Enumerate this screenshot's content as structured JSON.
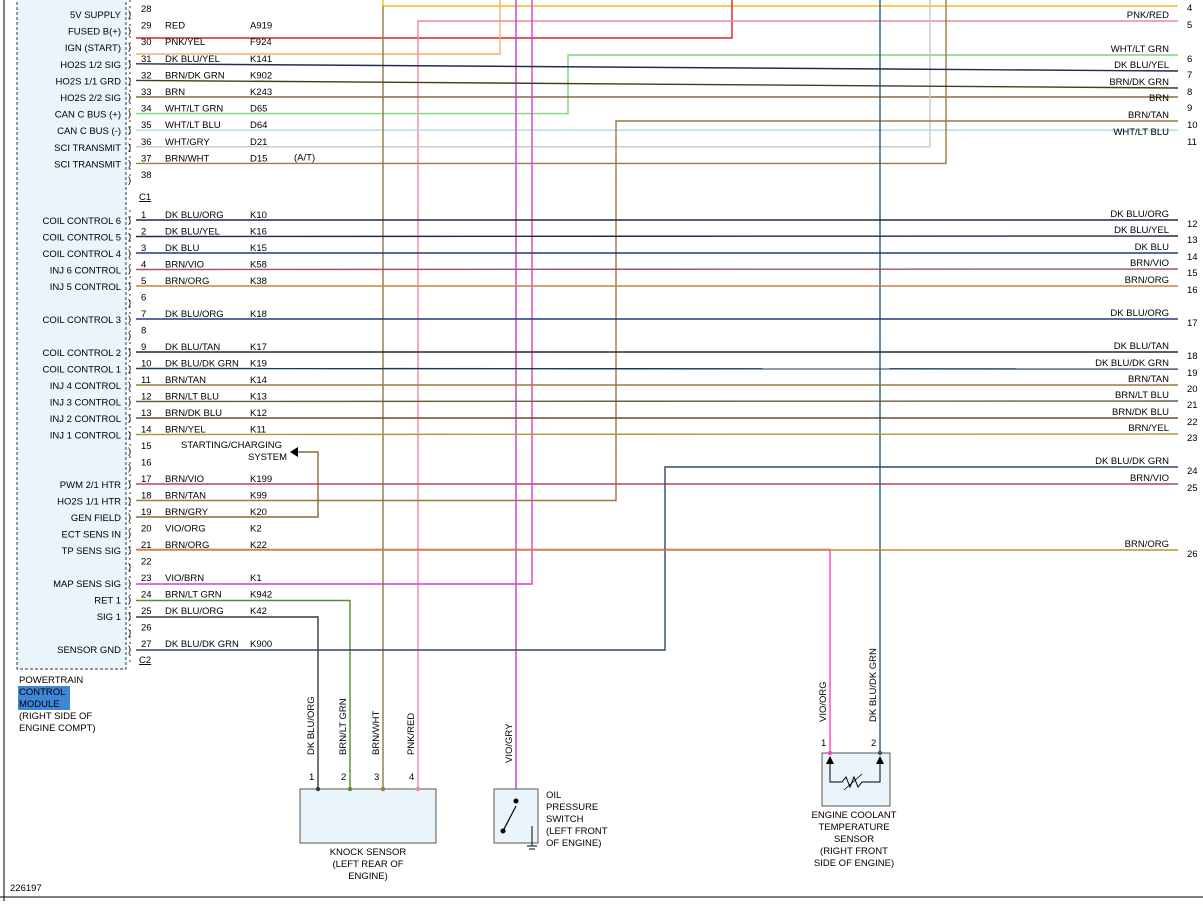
{
  "pcm_pins_c1": [
    {
      "pin": "28",
      "name": "5V SUPPLY",
      "color": "",
      "circuit": "",
      "hex": ""
    },
    {
      "pin": "29",
      "name": "FUSED B(+)",
      "color": "RED",
      "circuit": "A919",
      "hex": "#e02020"
    },
    {
      "pin": "30",
      "name": "IGN (START)",
      "color": "PNK/YEL",
      "circuit": "F924",
      "hex": "#f2b070"
    },
    {
      "pin": "31",
      "name": "HO2S 1/2 SIG",
      "color": "DK BLU/YEL",
      "circuit": "K141",
      "hex": "#1f2d4f"
    },
    {
      "pin": "32",
      "name": "HO2S 1/1 GRD",
      "color": "BRN/DK GRN",
      "circuit": "K902",
      "hex": "#4a3b20"
    },
    {
      "pin": "33",
      "name": "HO2S 2/2 SIG",
      "color": "BRN",
      "circuit": "K243",
      "hex": "#8a6a3a"
    },
    {
      "pin": "34",
      "name": "CAN C BUS (+)",
      "color": "WHT/LT GRN",
      "circuit": "D65",
      "hex": "#7ed67e"
    },
    {
      "pin": "35",
      "name": "CAN C BUS (-)",
      "color": "WHT/LT BLU",
      "circuit": "D64",
      "hex": "#a8dcea"
    },
    {
      "pin": "36",
      "name": "SCI TRANSMIT",
      "color": "WHT/GRY",
      "circuit": "D21",
      "hex": "#c8c8c8"
    },
    {
      "pin": "37",
      "name": "SCI TRANSMIT",
      "color": "BRN/WHT",
      "circuit": "D15",
      "hex": "#9a7c40"
    },
    {
      "pin": "38",
      "name": "",
      "color": "",
      "circuit": "",
      "hex": ""
    }
  ],
  "at_note": "(A/T)",
  "c1_label": "C1",
  "c2_label": "C2",
  "pcm_pins_c2": [
    {
      "pin": "1",
      "name": "COIL CONTROL 6",
      "color": "DK BLU/ORG",
      "circuit": "K10",
      "hex": "#1e2a44"
    },
    {
      "pin": "2",
      "name": "COIL CONTROL 5",
      "color": "DK BLU/YEL",
      "circuit": "K16",
      "hex": "#1e2a44"
    },
    {
      "pin": "3",
      "name": "COIL CONTROL 4",
      "color": "DK BLU",
      "circuit": "K15",
      "hex": "#1e3a8a"
    },
    {
      "pin": "4",
      "name": "INJ 6 CONTROL",
      "color": "BRN/VIO",
      "circuit": "K58",
      "hex": "#a0506a"
    },
    {
      "pin": "5",
      "name": "INJ 5 CONTROL",
      "color": "BRN/ORG",
      "circuit": "K38",
      "hex": "#c08a3a"
    },
    {
      "pin": "6",
      "name": "",
      "color": "",
      "circuit": "",
      "hex": ""
    },
    {
      "pin": "7",
      "name": "COIL CONTROL 3",
      "color": "DK BLU/ORG",
      "circuit": "K18",
      "hex": "#2a3a80"
    },
    {
      "pin": "8",
      "name": "",
      "color": "",
      "circuit": "",
      "hex": ""
    },
    {
      "pin": "9",
      "name": "COIL CONTROL 2",
      "color": "DK BLU/TAN",
      "circuit": "K17",
      "hex": "#1e2a44"
    },
    {
      "pin": "10",
      "name": "COIL CONTROL 1",
      "color": "DK BLU/DK GRN",
      "circuit": "K19",
      "hex": "#1e3a5a"
    },
    {
      "pin": "11",
      "name": "INJ 4 CONTROL",
      "color": "BRN/TAN",
      "circuit": "K14",
      "hex": "#9a7a40"
    },
    {
      "pin": "12",
      "name": "INJ 3 CONTROL",
      "color": "BRN/LT BLU",
      "circuit": "K13",
      "hex": "#6a5a40"
    },
    {
      "pin": "13",
      "name": "INJ 2 CONTROL",
      "color": "BRN/DK BLU",
      "circuit": "K12",
      "hex": "#6a4a30"
    },
    {
      "pin": "14",
      "name": "INJ 1 CONTROL",
      "color": "BRN/YEL",
      "circuit": "K11",
      "hex": "#b09a30"
    },
    {
      "pin": "15",
      "name": "",
      "color": "",
      "circuit": "",
      "hex": ""
    },
    {
      "pin": "16",
      "name": "",
      "color": "",
      "circuit": "",
      "hex": ""
    },
    {
      "pin": "17",
      "name": "PWM 2/1 HTR",
      "color": "BRN/VIO",
      "circuit": "K199",
      "hex": "#b04a5a"
    },
    {
      "pin": "18",
      "name": "HO2S 1/1 HTR",
      "color": "BRN/TAN",
      "circuit": "K99",
      "hex": "#9a7a40"
    },
    {
      "pin": "19",
      "name": "GEN FIELD",
      "color": "BRN/GRY",
      "circuit": "K20",
      "hex": "#8a6a3a"
    },
    {
      "pin": "20",
      "name": "ECT SENS IN",
      "color": "VIO/ORG",
      "circuit": "K2",
      "hex": "#ff40c0"
    },
    {
      "pin": "21",
      "name": "TP SENS SIG",
      "color": "BRN/ORG",
      "circuit": "K22",
      "hex": "#c09030"
    },
    {
      "pin": "22",
      "name": "",
      "color": "",
      "circuit": "",
      "hex": ""
    },
    {
      "pin": "23",
      "name": "MAP SENS SIG",
      "color": "VIO/BRN",
      "circuit": "K1",
      "hex": "#d040d0"
    },
    {
      "pin": "24",
      "name": "RET 1",
      "color": "BRN/LT GRN",
      "circuit": "K942",
      "hex": "#5a8a30"
    },
    {
      "pin": "25",
      "name": "SIG 1",
      "color": "DK BLU/ORG",
      "circuit": "K42",
      "hex": "#3a3a4a"
    },
    {
      "pin": "26",
      "name": "",
      "color": "",
      "circuit": "",
      "hex": ""
    },
    {
      "pin": "27",
      "name": "SENSOR GND",
      "color": "DK BLU/DK GRN",
      "circuit": "K900",
      "hex": "#2a4a6a"
    }
  ],
  "right_wires": [
    {
      "num": "4",
      "label": "",
      "hex": "#f0c020"
    },
    {
      "num": "5",
      "label": "PNK/RED",
      "hex": "#f08a9a"
    },
    {
      "num": "6",
      "label": "WHT/LT GRN",
      "hex": "#7ed67e"
    },
    {
      "num": "7",
      "label": "DK BLU/YEL",
      "hex": "#1f2d4f"
    },
    {
      "num": "8",
      "label": "BRN/DK GRN",
      "hex": "#4a3b20"
    },
    {
      "num": "9",
      "label": "BRN",
      "hex": "#8a6a3a"
    },
    {
      "num": "10",
      "label": "BRN/TAN",
      "hex": "#9a7a40"
    },
    {
      "num": "11",
      "label": "WHT/LT BLU",
      "hex": "#a8dcea"
    },
    {
      "num": "12",
      "label": "DK BLU/ORG",
      "hex": "#1e2a44"
    },
    {
      "num": "13",
      "label": "DK BLU/YEL",
      "hex": "#1e2a44"
    },
    {
      "num": "14",
      "label": "DK BLU",
      "hex": "#1e3a8a"
    },
    {
      "num": "15",
      "label": "BRN/VIO",
      "hex": "#a0506a"
    },
    {
      "num": "16",
      "label": "BRN/ORG",
      "hex": "#c08a3a"
    },
    {
      "num": "17",
      "label": "DK BLU/ORG",
      "hex": "#2a3a80"
    },
    {
      "num": "18",
      "label": "DK BLU/TAN",
      "hex": "#1e2a44"
    },
    {
      "num": "19",
      "label": "DK BLU/DK GRN",
      "hex": "#1e3a5a"
    },
    {
      "num": "20",
      "label": "BRN/TAN",
      "hex": "#9a7a40"
    },
    {
      "num": "21",
      "label": "BRN/LT BLU",
      "hex": "#6a5a40"
    },
    {
      "num": "22",
      "label": "BRN/DK BLU",
      "hex": "#6a4a30"
    },
    {
      "num": "23",
      "label": "BRN/YEL",
      "hex": "#b09a30"
    },
    {
      "num": "24",
      "label": "DK BLU/DK GRN",
      "hex": "#2a5a7a"
    },
    {
      "num": "25",
      "label": "BRN/VIO",
      "hex": "#b04a5a"
    },
    {
      "num": "26",
      "label": "BRN/ORG",
      "hex": "#c09030"
    }
  ],
  "starting_charging": [
    "STARTING/CHARGING",
    "SYSTEM"
  ],
  "pcm_label": [
    "POWERTRAIN",
    "CONTROL",
    "MODULE",
    "(RIGHT SIDE OF",
    "ENGINE COMPT)"
  ],
  "knock_sensor": {
    "title": [
      "KNOCK SENSOR",
      "(LEFT REAR OF",
      "ENGINE)"
    ],
    "pins": [
      {
        "pin": "1",
        "wire": "DK BLU/ORG",
        "hex": "#3a3a4a"
      },
      {
        "pin": "2",
        "wire": "BRN/LT GRN",
        "hex": "#5a8a30"
      },
      {
        "pin": "3",
        "wire": "BRN/WHT",
        "hex": "#9a7c40"
      },
      {
        "pin": "4",
        "wire": "PNK/RED",
        "hex": "#f08a9a"
      }
    ]
  },
  "oil_pressure_switch": {
    "title": [
      "OIL",
      "PRESSURE",
      "SWITCH",
      "(LEFT FRONT",
      "OF ENGINE)"
    ],
    "wire": "VIO/GRY",
    "hex": "#c040d0"
  },
  "ect_sensor": {
    "title": [
      "ENGINE COOLANT",
      "TEMPERATURE",
      "SENSOR",
      "(RIGHT FRONT",
      "SIDE OF ENGINE)"
    ],
    "pins": [
      {
        "pin": "1",
        "wire": "VIO/ORG",
        "hex": "#ff40c0"
      },
      {
        "pin": "2",
        "wire": "DK BLU/DK GRN",
        "hex": "#2a5a7a"
      }
    ]
  },
  "figure_number": "226197",
  "colors": {
    "module_fill": "#eaf4fb",
    "highlight": "#3d86d8"
  }
}
